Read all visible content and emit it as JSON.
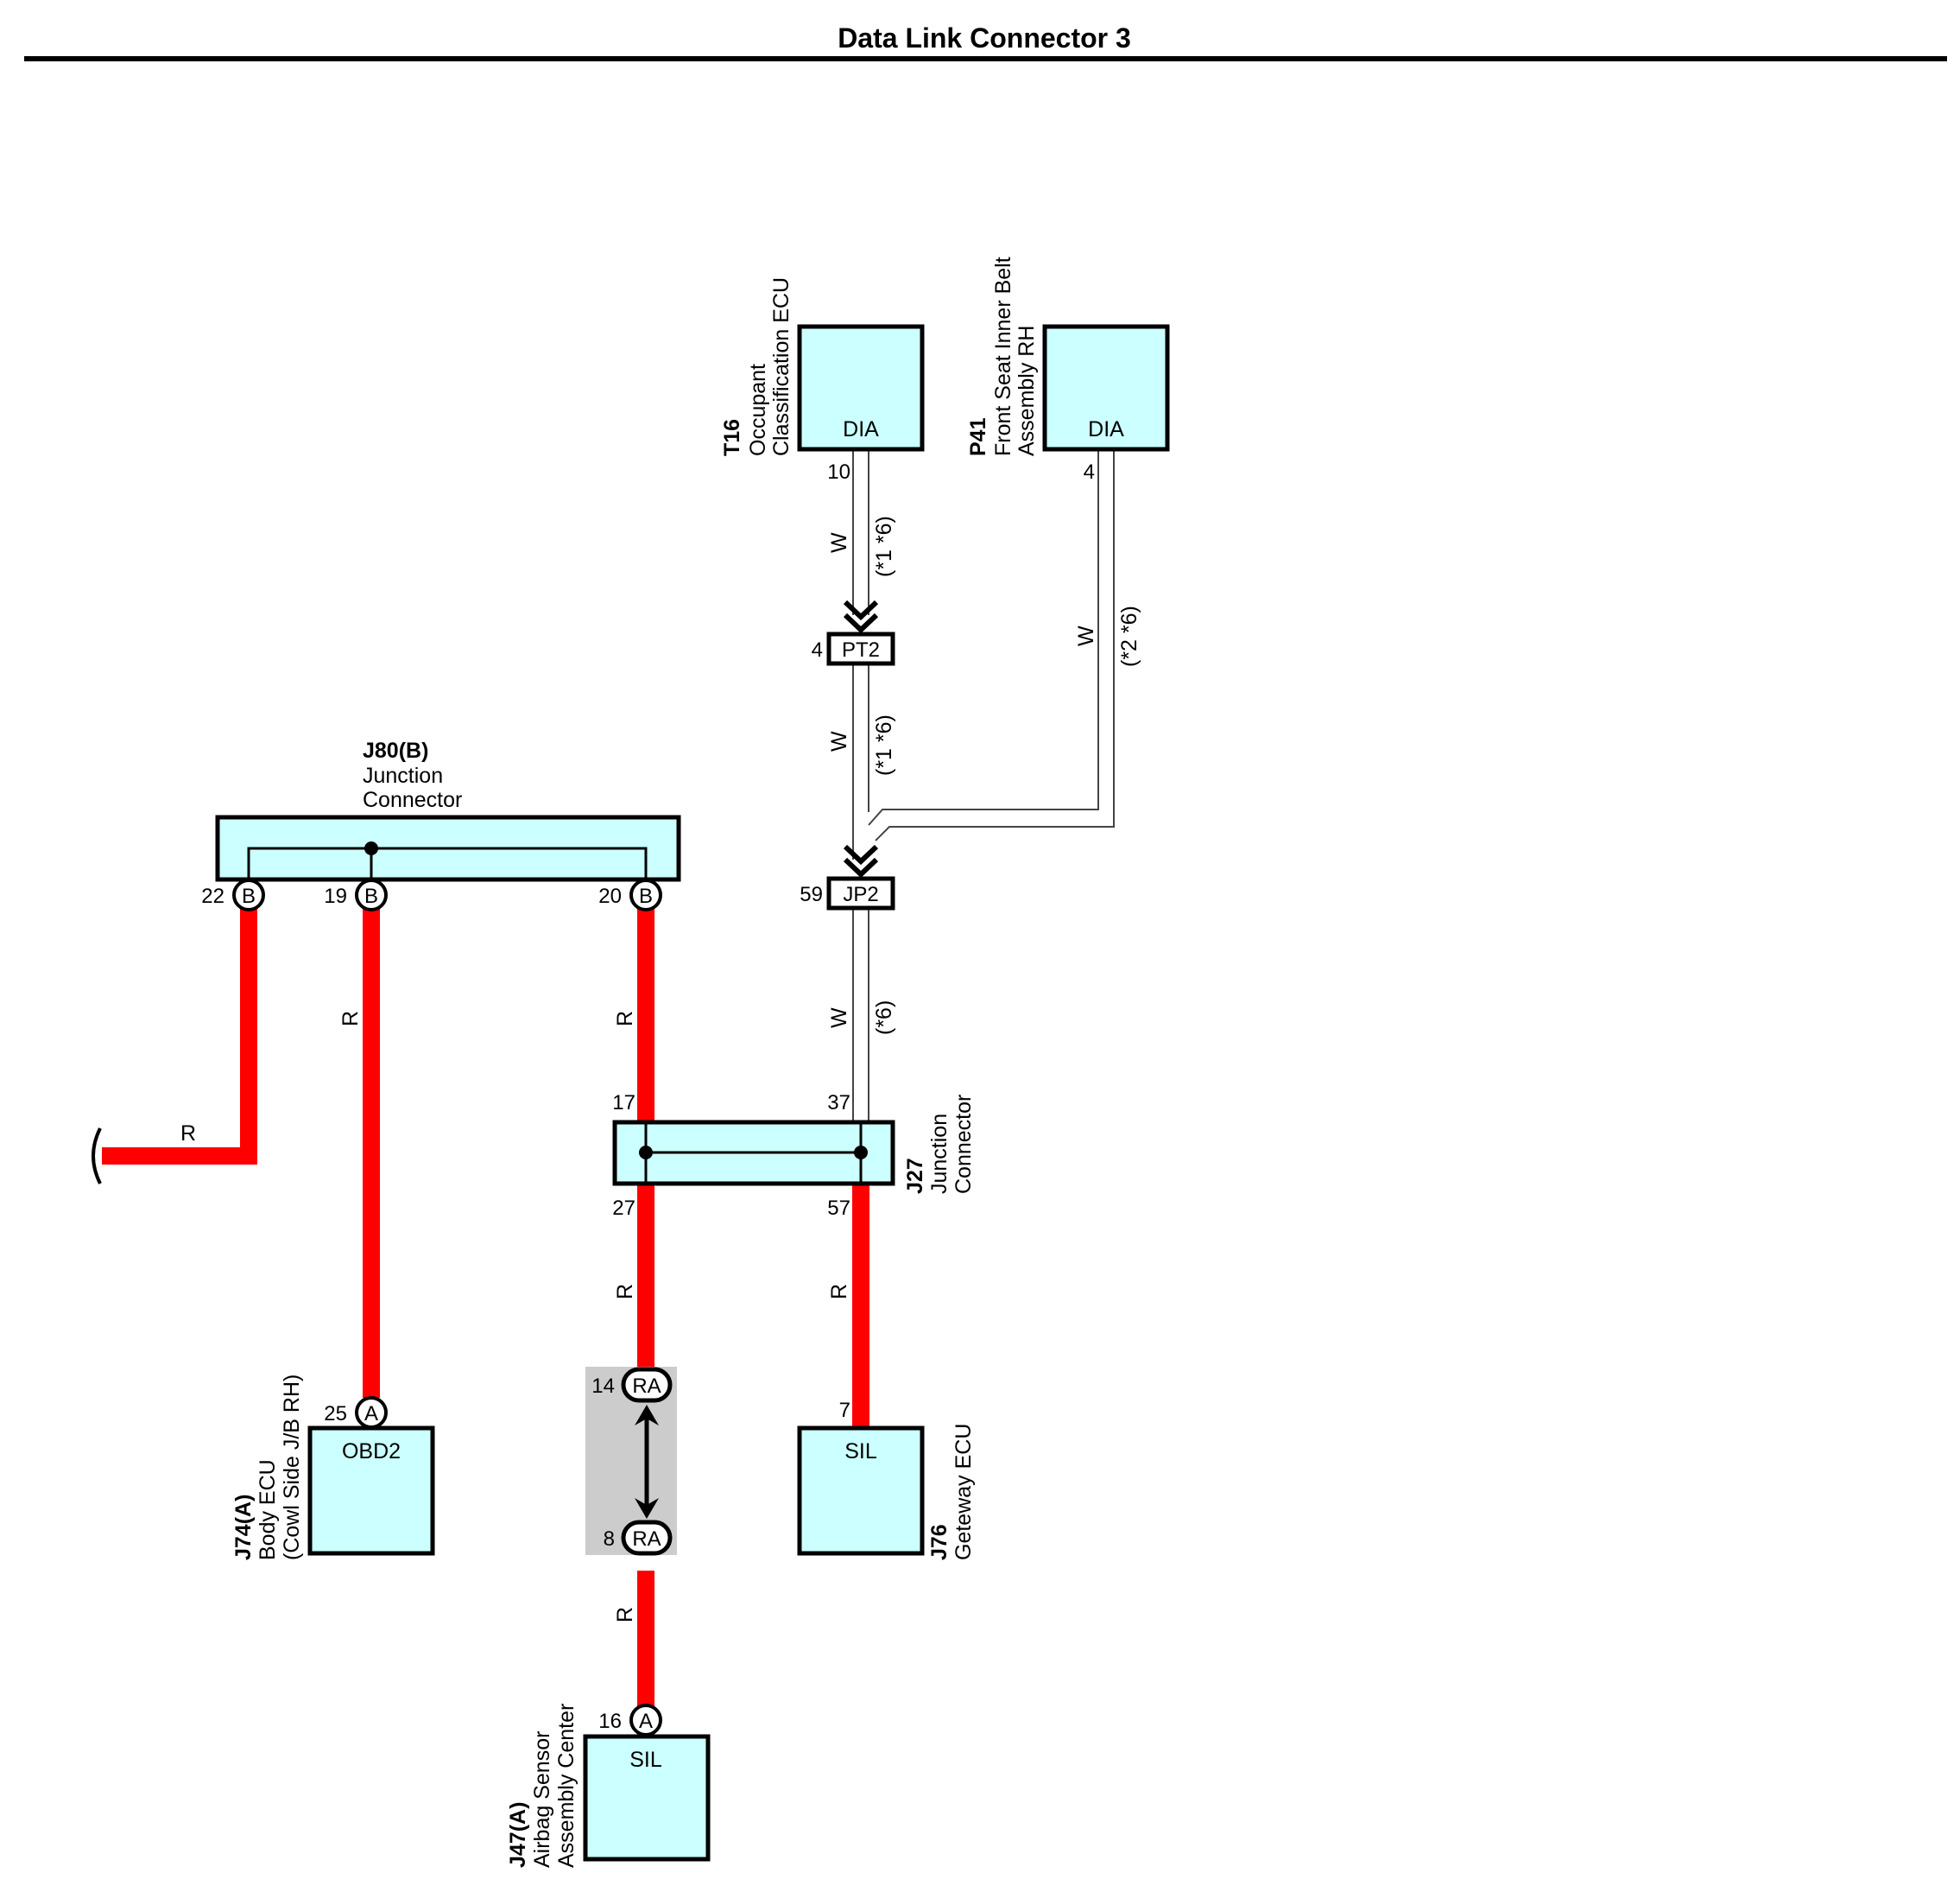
{
  "title": "Data Link Connector 3",
  "colors": {
    "red_wire": "#ff0000",
    "component_fill": "#ccffff",
    "connector_gray": "#cccccc",
    "white_wire": "#ffffff"
  },
  "wire_colors": {
    "red": "R",
    "white": "W"
  },
  "components": {
    "t16": {
      "id": "T16",
      "name_line1": "Occupant",
      "name_line2": "Classification ECU",
      "terminal": "DIA",
      "pin": "10"
    },
    "p41": {
      "id": "P41",
      "name_line1": "Front Seat Inner Belt",
      "name_line2": "Assembly RH",
      "terminal": "DIA",
      "pin": "4"
    },
    "j74": {
      "id": "J74(A)",
      "name_line1": "Body ECU",
      "name_line2": "(Cowl Side J/B RH)",
      "terminal": "OBD2",
      "pin": "25",
      "pin_letter": "A"
    },
    "j76": {
      "id": "J76",
      "name_line1": "Geteway ECU",
      "terminal": "SIL",
      "pin": "7"
    },
    "j47": {
      "id": "J47(A)",
      "name_line1": "Airbag Sensor",
      "name_line2": "Assembly Center",
      "terminal": "SIL",
      "pin": "16",
      "pin_letter": "A"
    }
  },
  "junctions": {
    "j80": {
      "id": "J80(B)",
      "name_line1": "Junction",
      "name_line2": "Connector",
      "pins": [
        "22",
        "19",
        "20"
      ],
      "pin_letter": "B"
    },
    "j27": {
      "id": "J27",
      "name_line1": "Junction",
      "name_line2": "Connector",
      "pin_top_left": "17",
      "pin_top_right": "37",
      "pin_bottom_left": "27",
      "pin_bottom_right": "57"
    }
  },
  "connectors": {
    "pt2": {
      "label": "PT2",
      "pin": "4"
    },
    "jp2": {
      "label": "JP2",
      "pin": "59"
    },
    "ra": {
      "label": "RA",
      "pin_top": "14",
      "pin_bottom": "8"
    }
  },
  "conditions": {
    "c16": "(*1 *6)",
    "c26": "(*2 *6)",
    "c6": "(*6)"
  }
}
